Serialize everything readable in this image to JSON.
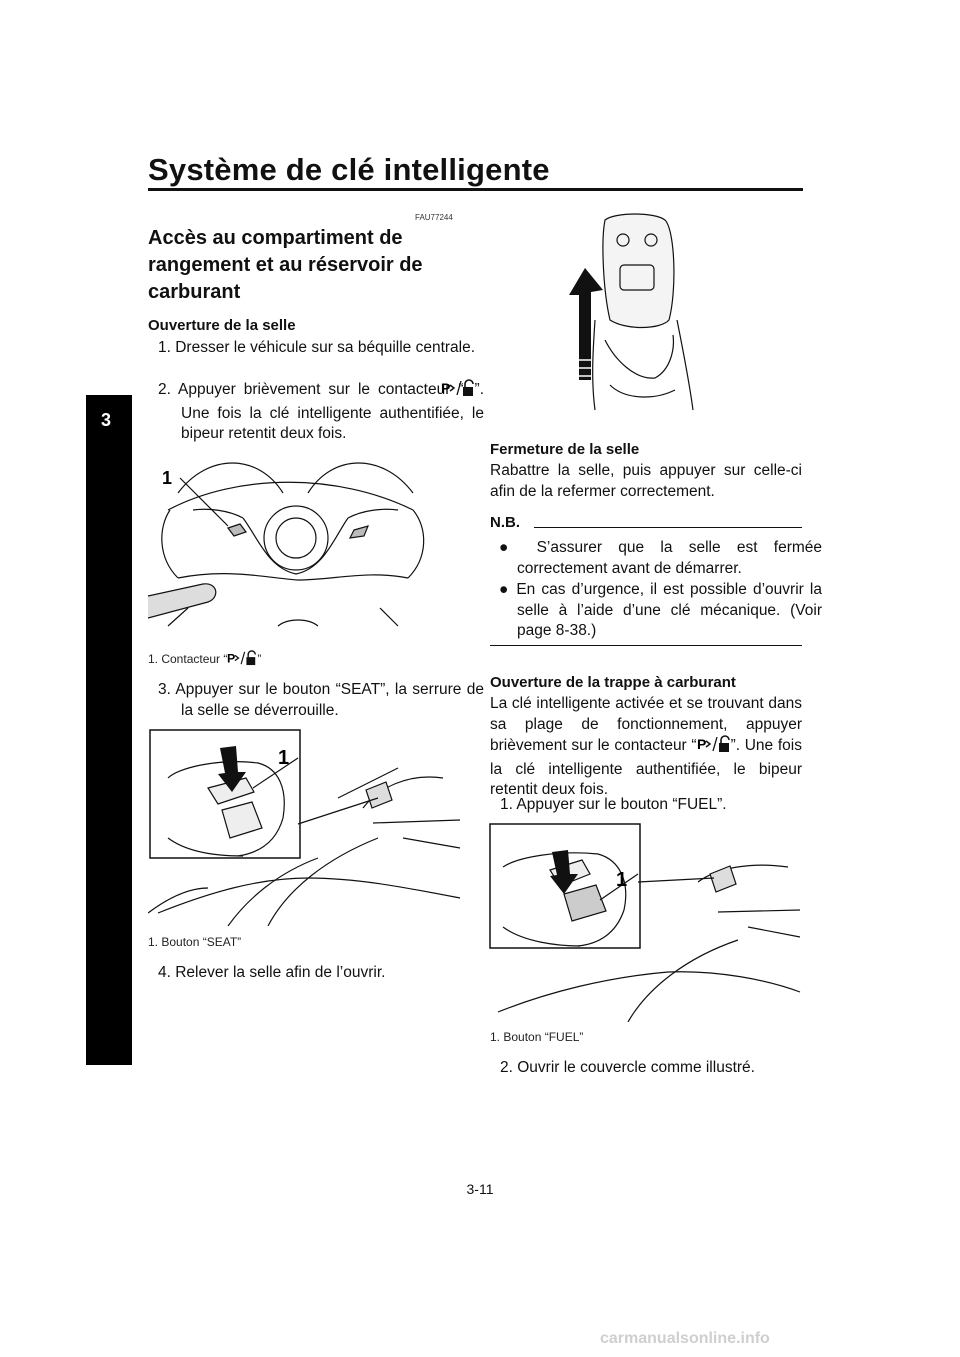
{
  "header": {
    "title": "Système de clé intelligente"
  },
  "chapter_tab": "3",
  "section": {
    "code": "FAU77244",
    "title": "Accès au compartiment de rangement et au réservoir de carburant"
  },
  "opening_seat": {
    "heading": "Ouverture de la selle",
    "step1": "1. Dresser le véhicule sur sa béquille centrale.",
    "step2_a": "2. Appuyer brièvement sur le contacteur “",
    "step2_b": "”. Une fois la clé intelligente authentifiée, le bipeur retentit deux fois.",
    "fig1_callout": "1",
    "fig1_caption_a": "1. Contacteur “",
    "fig1_caption_b": "”",
    "step3": "3. Appuyer sur le bouton “SEAT”, la serrure de la selle se déverrouille.",
    "fig2_callout": "1",
    "fig2_caption": "1. Bouton “SEAT”",
    "step4": "4. Relever la selle afin de l’ouvrir."
  },
  "closing_seat": {
    "heading": "Fermeture de la selle",
    "text": "Rabattre la selle, puis appuyer sur celle-ci afin de la refermer correctement."
  },
  "note": {
    "label": "N.B.",
    "bullets": [
      "S’assurer que la selle est fermée correctement avant de démarrer.",
      "En cas d’urgence, il est possible d’ouvrir la selle à l’aide d’une clé mécanique. (Voir page 8-38.)"
    ]
  },
  "fuel": {
    "heading": "Ouverture de la trappe à carburant",
    "text_a": "La clé intelligente activée et se trouvant dans sa plage de fonctionnement, appuyer brièvement sur le contacteur “",
    "text_b": "”. Une fois la clé intelligente authentifiée, le bipeur retentit deux fois.",
    "step1": "1. Appuyer sur le bouton “FUEL”.",
    "fig_callout": "1",
    "fig_caption": "1. Bouton “FUEL”",
    "step2": "2. Ouvrir le couvercle comme illustré."
  },
  "footer": {
    "page_number": "3-11",
    "watermark": "carmanualsonline.info"
  },
  "icons": {
    "switch": "smart-key-lock-icon"
  }
}
